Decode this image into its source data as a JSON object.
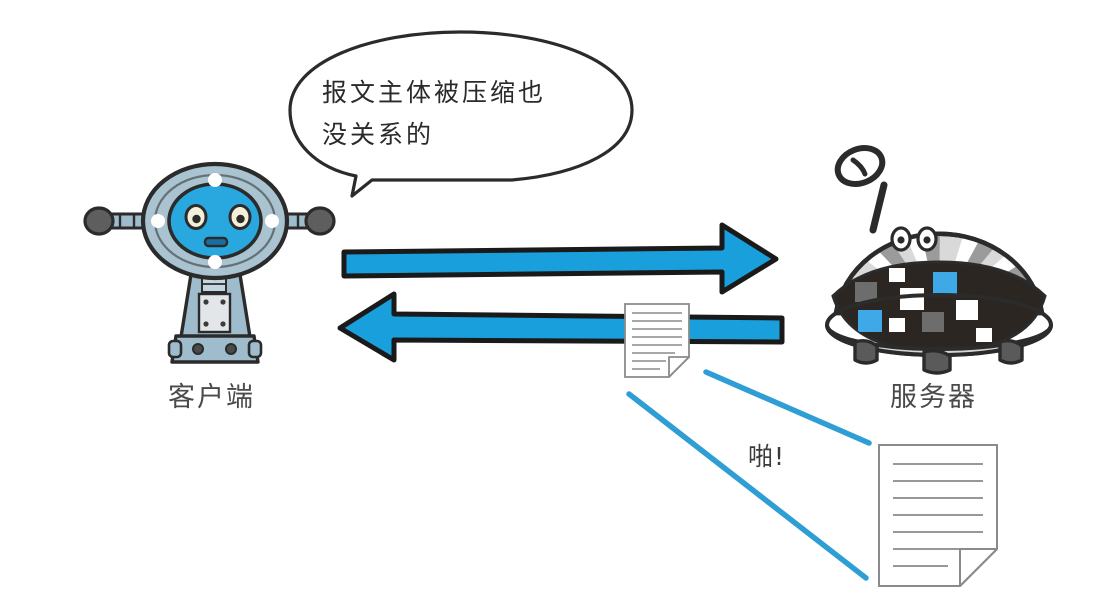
{
  "scene": {
    "title": "HTTP message body compression illustration",
    "background_color": "#ffffff"
  },
  "speech_bubble": {
    "name": "client-speech-bubble",
    "line1": "报文主体被压缩也",
    "line2": "没关系的",
    "text": "报文主体被压缩也没关系的",
    "outline_color": "#2b2b2b",
    "fill_color": "#ffffff"
  },
  "client": {
    "label": "客户端",
    "head_ring_color": "#a9c3d0",
    "face_color": "#29a8e0",
    "body_color": "#9fbccd",
    "outline_color": "#2b2b2b",
    "antenna_tip_color": "#5a5a5a"
  },
  "server": {
    "label": "服务器",
    "dome_stripe_light": "#ffffff",
    "dome_stripe_gray": "#9b9b9b",
    "lower_body_color": "#2b2622",
    "rim_color": "#d6d6d6",
    "window_white": "#ffffff",
    "window_gray": "#6d6d6d",
    "window_blue": "#3fa9e8",
    "outline_color": "#2b2b2b"
  },
  "arrows": {
    "request": {
      "name": "request-arrow",
      "direction": "right",
      "from": "client",
      "to": "server",
      "fill_color": "#199fdc",
      "outline_color": "#1a1a1a"
    },
    "response": {
      "name": "response-arrow",
      "direction": "left",
      "from": "server",
      "to": "client",
      "fill_color": "#199fdc",
      "outline_color": "#1a1a1a"
    }
  },
  "documents": {
    "small": {
      "name": "compressed-message-document",
      "line_count": 8,
      "fill_color": "#ffffff",
      "outline_color": "#8a8a8a"
    },
    "large": {
      "name": "expanded-message-document",
      "line_count": 7,
      "fill_color": "#ffffff",
      "outline_color": "#8a8a8a"
    }
  },
  "effect": {
    "smack_text": "啪!",
    "line_color": "#2e9ed4",
    "line_count": 2
  }
}
